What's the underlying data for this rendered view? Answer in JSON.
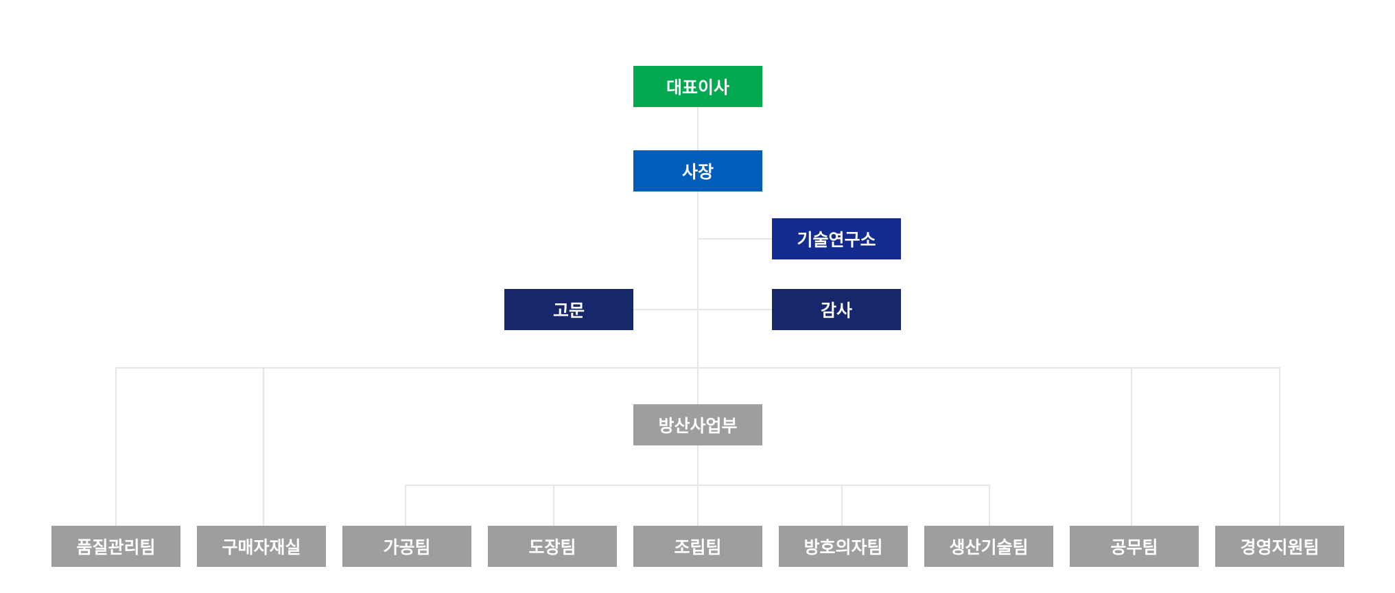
{
  "org_chart": {
    "ceo": {
      "label": "대표이사"
    },
    "president": {
      "label": "사장"
    },
    "research_institute": {
      "label": "기술연구소"
    },
    "advisor": {
      "label": "고문"
    },
    "auditor": {
      "label": "감사"
    },
    "defense_division": {
      "label": "방산사업부"
    },
    "teams": [
      {
        "label": "품질관리팀"
      },
      {
        "label": "구매자재실"
      },
      {
        "label": "가공팀"
      },
      {
        "label": "도장팀"
      },
      {
        "label": "조립팀"
      },
      {
        "label": "방호의자팀"
      },
      {
        "label": "생산기술팀"
      },
      {
        "label": "공무팀"
      },
      {
        "label": "경영지원팀"
      }
    ],
    "colors": {
      "ceo": "#00a94f",
      "president": "#005dba",
      "research_institute": "#142b8f",
      "advisor_auditor": "#17276b",
      "division_and_teams": "#9e9e9e",
      "connector": "#e6e6e6"
    }
  }
}
